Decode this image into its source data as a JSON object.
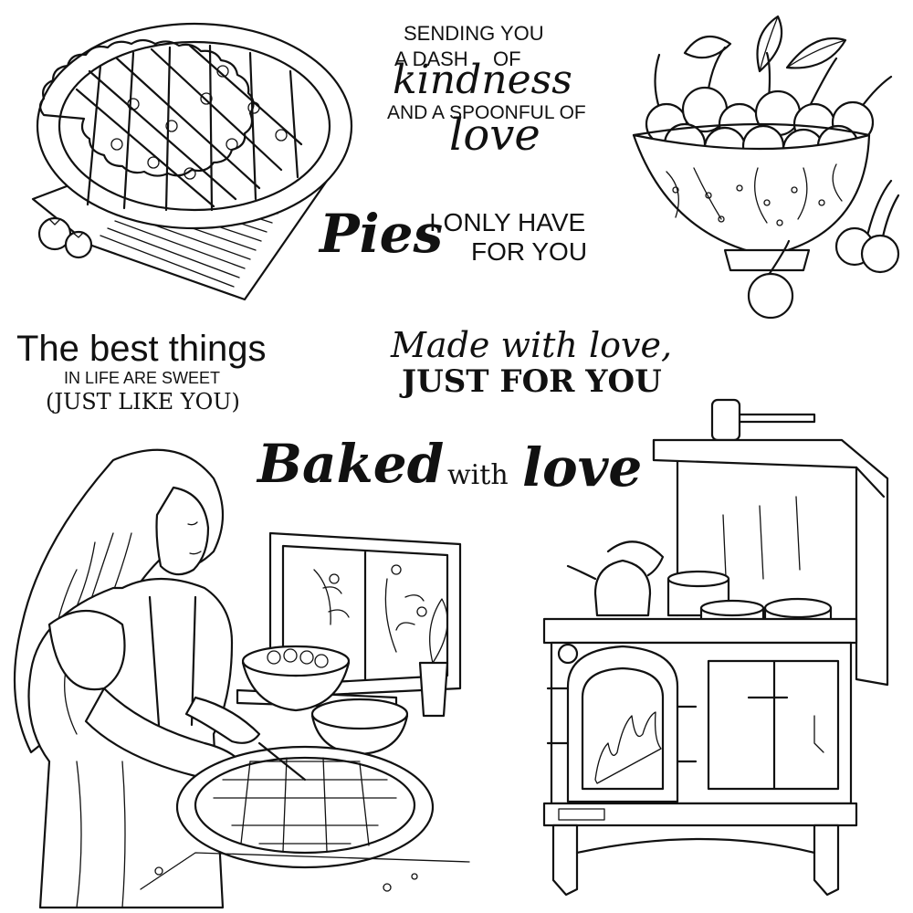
{
  "sentiments": {
    "dash_of_kindness": {
      "line1": "SENDING YOU",
      "line2a": "A DASH",
      "line2b": "OF",
      "line3": "kindness",
      "line4a": "AND A",
      "line4b": "SPOONFUL OF",
      "line5": "love"
    },
    "only_pies": {
      "script": "Pies",
      "line1": "I ONLY HAVE",
      "line2": "FOR YOU"
    },
    "best_things": {
      "line1": "The best things",
      "line2": "IN LIFE ARE SWEET",
      "line3": "(JUST LIKE YOU)"
    },
    "made_with_love": {
      "line1": "Made with love,",
      "line2": "JUST FOR YOU"
    },
    "baked_with_love": {
      "word1": "Baked",
      "word2": "with",
      "word3": "love"
    }
  },
  "colors": {
    "ink": "#111111",
    "paper": "#ffffff"
  },
  "illustrations": [
    "lattice-pie-on-board",
    "cherry-bowl",
    "woman-baking-pie",
    "wood-stove"
  ]
}
